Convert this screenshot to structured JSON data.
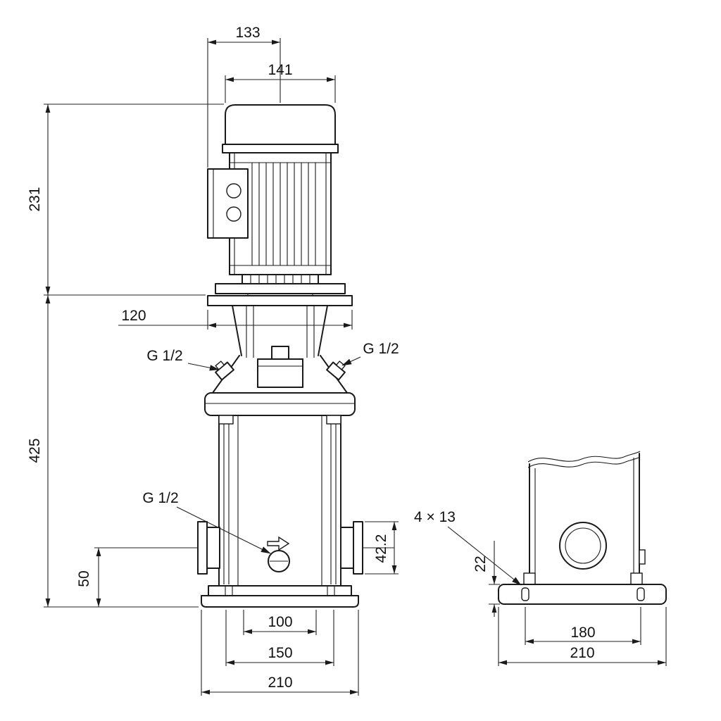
{
  "front": {
    "dim_133": "133",
    "dim_141": "141",
    "dim_231": "231",
    "dim_120": "120",
    "dim_425": "425",
    "dim_50": "50",
    "dim_42_2": "42.2",
    "dim_100": "100",
    "dim_150": "150",
    "dim_210": "210",
    "plug_left": "G 1/2",
    "plug_right": "G 1/2",
    "drain_plug": "G 1/2"
  },
  "side": {
    "holes": "4 × 13",
    "dim_22": "22",
    "dim_180": "180",
    "dim_210": "210"
  }
}
